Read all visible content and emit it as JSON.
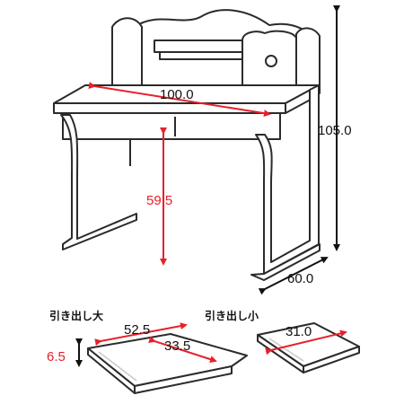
{
  "colors": {
    "outline": "#2b2b2b",
    "panel_fill": "#ffffff",
    "panel_edge": "#c9c9c9",
    "dimension_red": "#e8202a",
    "dimension_black": "#111111"
  },
  "dimensions": {
    "width": "100.0",
    "height": "105.0",
    "depth": "60.0",
    "knee_clearance": "59.5"
  },
  "drawer_large": {
    "label": "引き出し大",
    "outer_width": "52.5",
    "inner_width": "33.5",
    "height": "6.5"
  },
  "drawer_small": {
    "label": "引き出し小",
    "width": "31.0"
  }
}
